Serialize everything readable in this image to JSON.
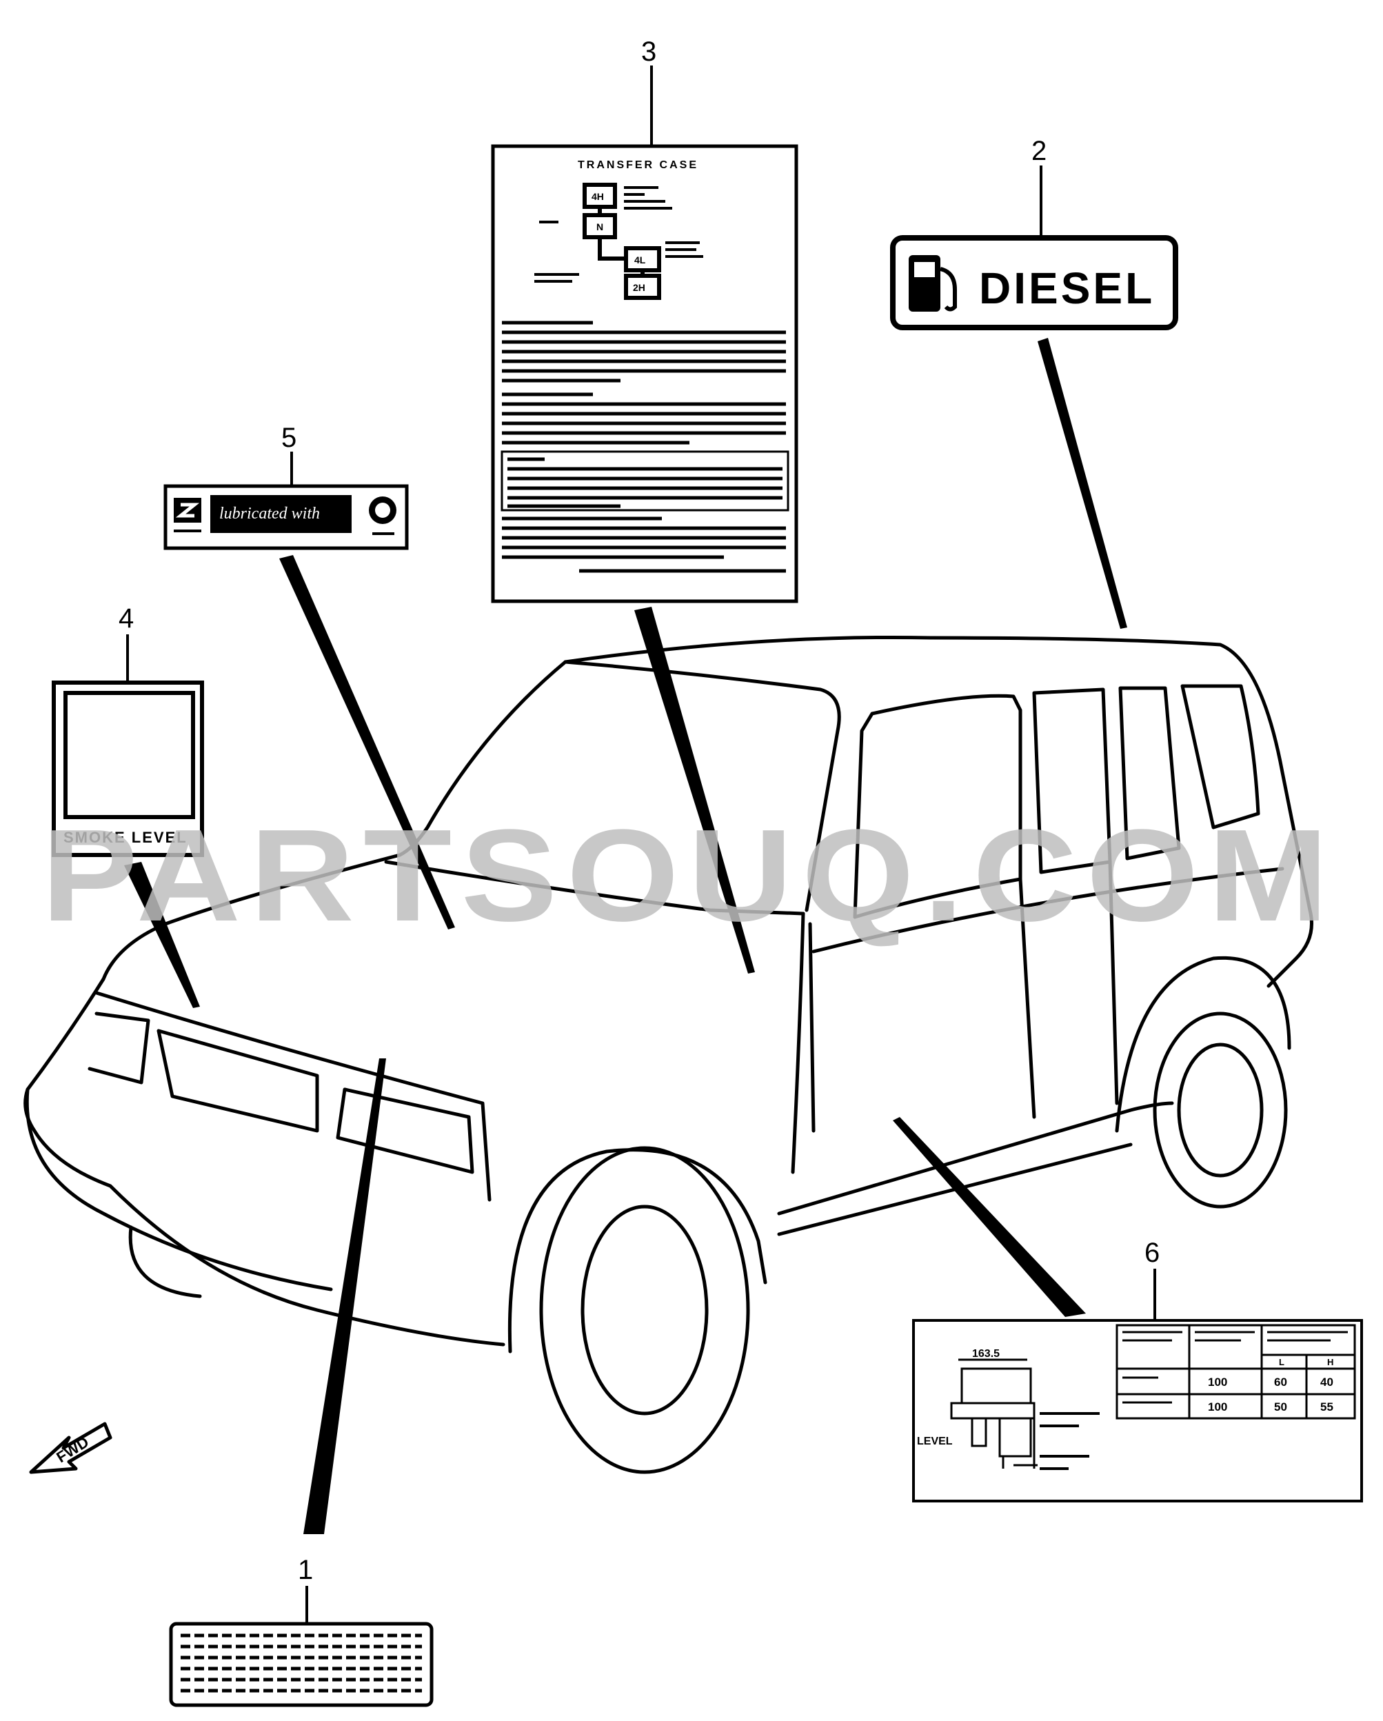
{
  "watermark": "PARTSOUQ.COM",
  "callouts": {
    "c1": "1",
    "c2": "2",
    "c3": "3",
    "c4": "4",
    "c5": "5",
    "c6": "6"
  },
  "labels": {
    "diesel": "DIESEL",
    "transfer_case_title": "TRANSFER CASE",
    "shift_4h": "4H",
    "shift_n": "N",
    "shift_4l": "4L",
    "shift_2h": "2H",
    "lubricated_with": "lubricated with",
    "smoke_level": "SMOKE LEVEL",
    "fwd": "FWD",
    "dim_163": "163.5",
    "level": "LEVEL",
    "table_r1c2": "100",
    "table_r1c3": "60",
    "table_r1c4": "40",
    "table_r2c2": "100",
    "table_r2c3": "50",
    "table_r2c4": "55",
    "table_h1": "L",
    "table_h2": "H"
  },
  "colors": {
    "line": "#000000",
    "watermark": "#bfbfbf",
    "background": "#ffffff"
  }
}
